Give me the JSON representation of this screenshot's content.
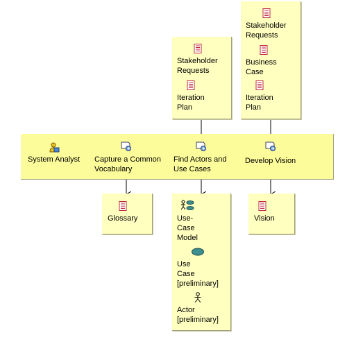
{
  "activity": {
    "role": "System Analyst",
    "tasks": [
      {
        "label": "Capture a Common\nVocabulary"
      },
      {
        "label": "Find Actors and\nUse Cases"
      },
      {
        "label": "Develop Vision"
      }
    ]
  },
  "inputs": {
    "find_actors": [
      {
        "label": "Stakeholder\nRequests"
      },
      {
        "label": "Iteration\nPlan"
      }
    ],
    "develop_vision": [
      {
        "label": "Stakeholder\nRequests"
      },
      {
        "label": "Business\nCase"
      },
      {
        "label": "Iteration\nPlan"
      }
    ]
  },
  "outputs": {
    "capture_vocabulary": [
      {
        "label": "Glossary"
      }
    ],
    "find_actors": [
      {
        "label": "Use-\nCase\nModel"
      },
      {
        "label": "Use\nCase\n[preliminary]"
      },
      {
        "label": "Actor\n[preliminary]"
      }
    ],
    "develop_vision": [
      {
        "label": "Vision"
      }
    ]
  },
  "colors": {
    "band": "#fcfc9a",
    "box": "#ffffc0",
    "doc_icon": "#c0283c"
  }
}
